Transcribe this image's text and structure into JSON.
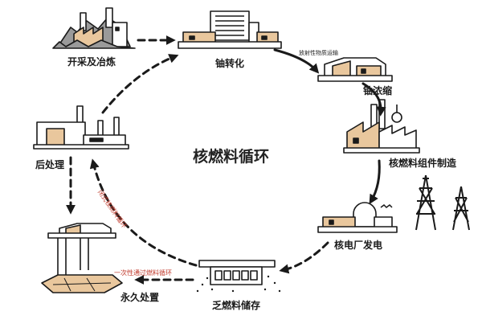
{
  "title": "核燃料循环",
  "stages": {
    "mining": "开采及冶炼",
    "conversion": "铀转化",
    "enrichment": "铀浓缩",
    "fabrication": "核燃料组件制造",
    "power": "核电厂发电",
    "storage": "乏燃料储存",
    "disposal": "永久处置",
    "reprocessing": "后处理"
  },
  "annotations": {
    "transport": "放射性物质运输",
    "closed_cycle": "闭式核燃料循环",
    "once_through": "一次性通过燃料循环"
  },
  "colors": {
    "outline": "#1a1a1a",
    "building": "#e9c79d",
    "rubble": "#9a9a9a",
    "highlight": "#c0392b"
  }
}
